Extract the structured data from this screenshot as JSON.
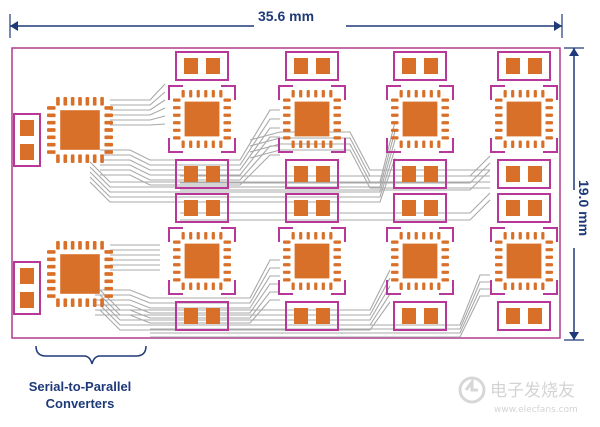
{
  "dimensions": {
    "width_label": "35.6 mm",
    "height_label": "19.0 mm"
  },
  "caption": {
    "line1": "Serial-to-Parallel",
    "line2": "Converters"
  },
  "colors": {
    "board_outline": "#b23a8e",
    "pad_frame": "#b8389a",
    "copper": "#d9702a",
    "trace": "#a8a8a8",
    "dimension": "#1f3a78"
  },
  "watermark": {
    "text": "电子发烧友",
    "url_text": "www.elecfans.com"
  }
}
